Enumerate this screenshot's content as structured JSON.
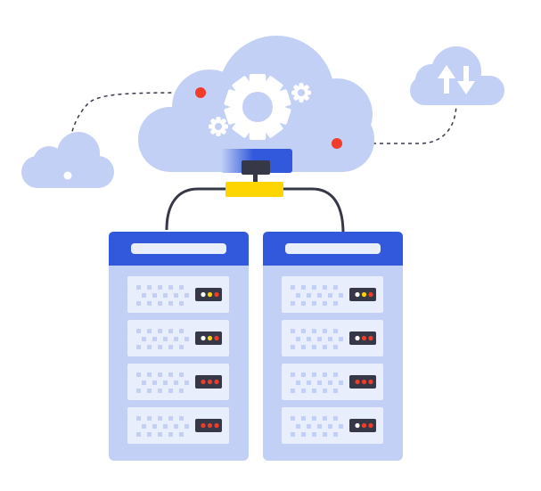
{
  "colors": {
    "cloud": "#c3d0f5",
    "brand_blue": "#3259dc",
    "dark": "#363848",
    "yellow": "#ffd500",
    "server_body": "#c3d0f5",
    "unit_face": "#e8eefc",
    "vent": "#c3d0f5",
    "marker_red": "#f03c2b",
    "light_white": "#ffffff",
    "light_yellow": "#ffd500",
    "light_red": "#f03c2b"
  },
  "servers": [
    {
      "units": [
        [
          "white",
          "yellow",
          "red"
        ],
        [
          "white",
          "yellow",
          "red"
        ],
        [
          "red",
          "red",
          "red"
        ],
        [
          "red",
          "red",
          "red"
        ]
      ]
    },
    {
      "units": [
        [
          "white",
          "yellow",
          "red"
        ],
        [
          "white",
          "red",
          "red"
        ],
        [
          "red",
          "red",
          "red"
        ],
        [
          "white",
          "red",
          "red"
        ]
      ]
    }
  ]
}
